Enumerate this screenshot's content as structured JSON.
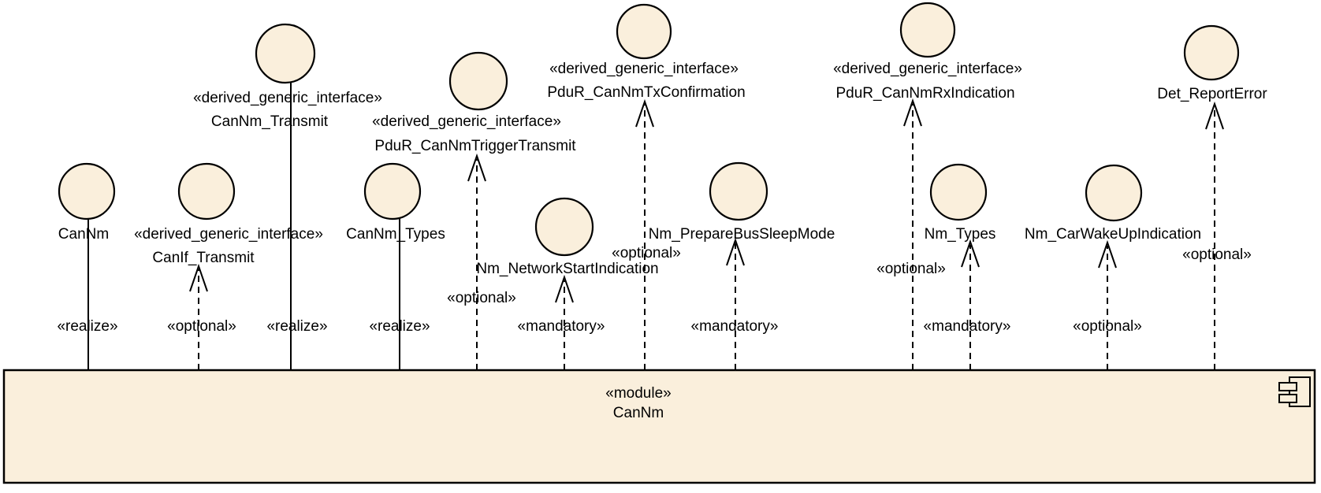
{
  "colors": {
    "background": "#ffffff",
    "node_fill": "#faefdc",
    "line": "#000000"
  },
  "module": {
    "stereotype": "«module»",
    "name": "CanNm"
  },
  "interfaces": [
    {
      "name": "CanNm",
      "relation": "«realize»",
      "link": "solid"
    },
    {
      "stereotype": "«derived_generic_interface»",
      "name": "CanIf_Transmit",
      "relation": "«optional»",
      "link": "dashed"
    },
    {
      "stereotype": "«derived_generic_interface»",
      "name": "CanNm_Transmit",
      "relation": "«realize»",
      "link": "solid"
    },
    {
      "name": "CanNm_Types",
      "relation": "«realize»",
      "link": "solid"
    },
    {
      "stereotype": "«derived_generic_interface»",
      "name": "PduR_CanNmTriggerTransmit",
      "relation": "«optional»",
      "link": "dashed"
    },
    {
      "name": "Nm_NetworkStartIndication",
      "relation": "«mandatory»",
      "link": "dashed"
    },
    {
      "stereotype": "«derived_generic_interface»",
      "name": "PduR_CanNmTxConfirmation",
      "relation": "«optional»",
      "link": "dashed"
    },
    {
      "name": "Nm_PrepareBusSleepMode",
      "relation": "«mandatory»",
      "link": "dashed"
    },
    {
      "stereotype": "«derived_generic_interface»",
      "name": "PduR_CanNmRxIndication",
      "relation": "«optional»",
      "link": "dashed"
    },
    {
      "name": "Nm_Types",
      "relation": "«mandatory»",
      "link": "dashed"
    },
    {
      "name": "Nm_CarWakeUpIndication",
      "relation": "«optional»",
      "link": "dashed"
    },
    {
      "name": "Det_ReportError",
      "relation": "«optional»",
      "link": "dashed"
    }
  ]
}
